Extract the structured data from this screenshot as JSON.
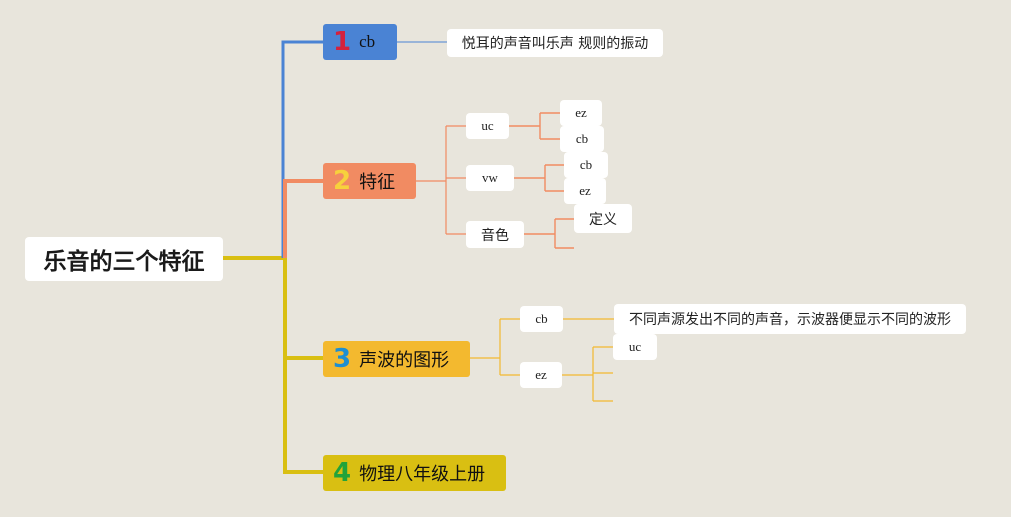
{
  "colors": {
    "background": "#e8e5dc",
    "branch1": "#4a83d4",
    "branch2": "#f18b62",
    "branch3": "#f3b92f",
    "branch4": "#d9bf12",
    "num1": "#d4213d",
    "num2": "#f7d13c",
    "num3": "#1f8fd0",
    "num4": "#22a33a"
  },
  "root": {
    "label": "乐音的三个特征"
  },
  "branches": [
    {
      "num": "1",
      "label": "cb"
    },
    {
      "num": "2",
      "label": "特征"
    },
    {
      "num": "3",
      "label": "声波的图形"
    },
    {
      "num": "4",
      "label": "物理八年级上册"
    }
  ],
  "b1": {
    "desc": "悦耳的声音叫乐声 规则的振动"
  },
  "b2": {
    "uc": "uc",
    "uc_a": "ez",
    "uc_b": "cb",
    "vw": "vw",
    "vw_a": "cb",
    "vw_b": "ez",
    "timbre": "音色",
    "timbre_def": "定义"
  },
  "b3": {
    "cb": "cb",
    "cb_desc": "不同声源发出不同的声音，示波器便显示不同的波形",
    "ez": "ez",
    "ez_a": "uc"
  }
}
